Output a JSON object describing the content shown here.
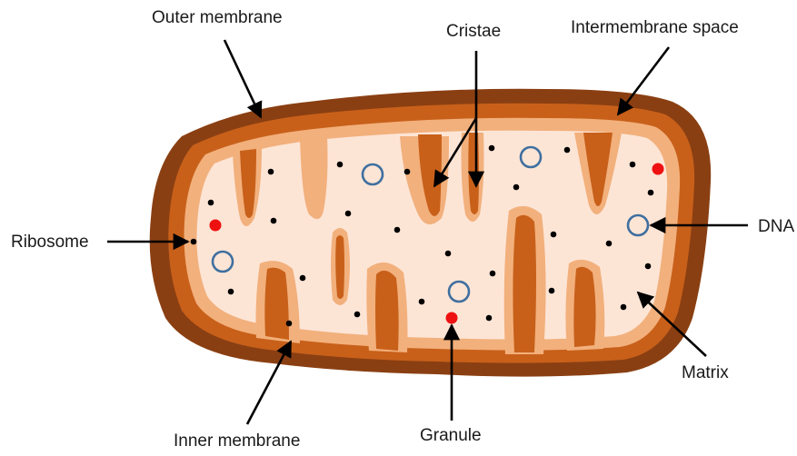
{
  "diagram": {
    "labels": {
      "outer_membrane": "Outer membrane",
      "cristae": "Cristae",
      "intermembrane_space": "Intermembrane space",
      "ribosome": "Ribosome",
      "dna": "DNA",
      "matrix": "Matrix",
      "inner_membrane": "Inner membrane",
      "granule": "Granule"
    },
    "colors": {
      "outer_membrane": "#8a3f12",
      "intermembrane_space": "#c8601a",
      "inner_membrane": "#f2b07c",
      "matrix": "#fde5d6",
      "ribosome": "#000000",
      "granule": "#ee1111",
      "dna": "#3f6f9f",
      "arrow": "#000000"
    }
  }
}
